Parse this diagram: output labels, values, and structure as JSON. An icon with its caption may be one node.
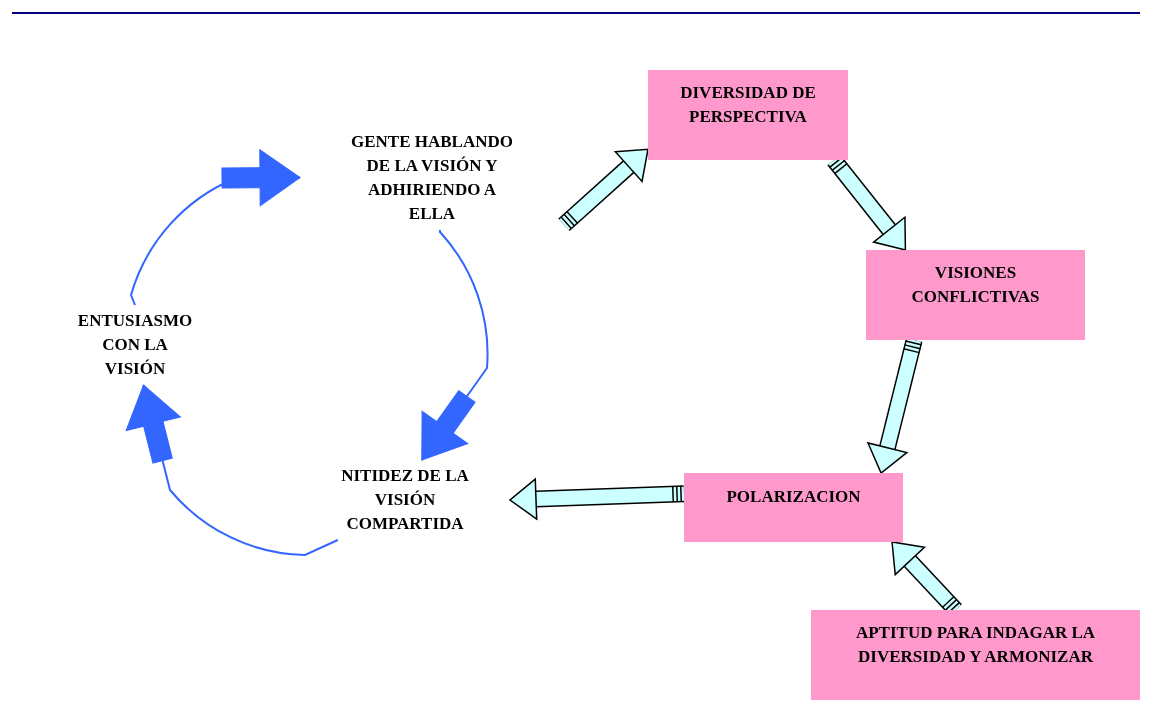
{
  "diagram": {
    "nodes": [
      {
        "text": [
          "GENTE HABLANDO DE LA VISIÓN Y ADHIRIENDO A ELLA"
        ]
      },
      {
        "text": [
          "ENTUSIASMO CON LA VISIÓN"
        ]
      },
      {
        "text": [
          "NITIDEZ DE LA VISIÓN COMPARTIDA"
        ]
      },
      {
        "text": [
          "DIVERSIDAD DE PERSPECTIVA"
        ]
      },
      {
        "text": [
          "VISIONES CONFLICTIVAS"
        ]
      },
      {
        "text": [
          "POLARIZACION"
        ]
      },
      {
        "text": [
          "APTITUD PARA INDAGAR LA DIVERSIDAD Y ARMONIZAR"
        ]
      }
    ],
    "edges": [
      {
        "from": 1,
        "to": 0,
        "arrow": "to",
        "color": "#3366ff"
      },
      {
        "from": 0,
        "to": 2,
        "arrow": "to",
        "color": "#3366ff"
      },
      {
        "from": 2,
        "to": 1,
        "arrow": "to",
        "color": "#3366ff"
      },
      {
        "from": 0,
        "to": 3,
        "arrow": "to"
      },
      {
        "from": 3,
        "to": 4,
        "arrow": "to"
      },
      {
        "from": 4,
        "to": 5,
        "arrow": "to"
      },
      {
        "from": 5,
        "to": 2,
        "arrow": "to"
      },
      {
        "from": 6,
        "to": 5,
        "arrow": "to"
      }
    ]
  }
}
